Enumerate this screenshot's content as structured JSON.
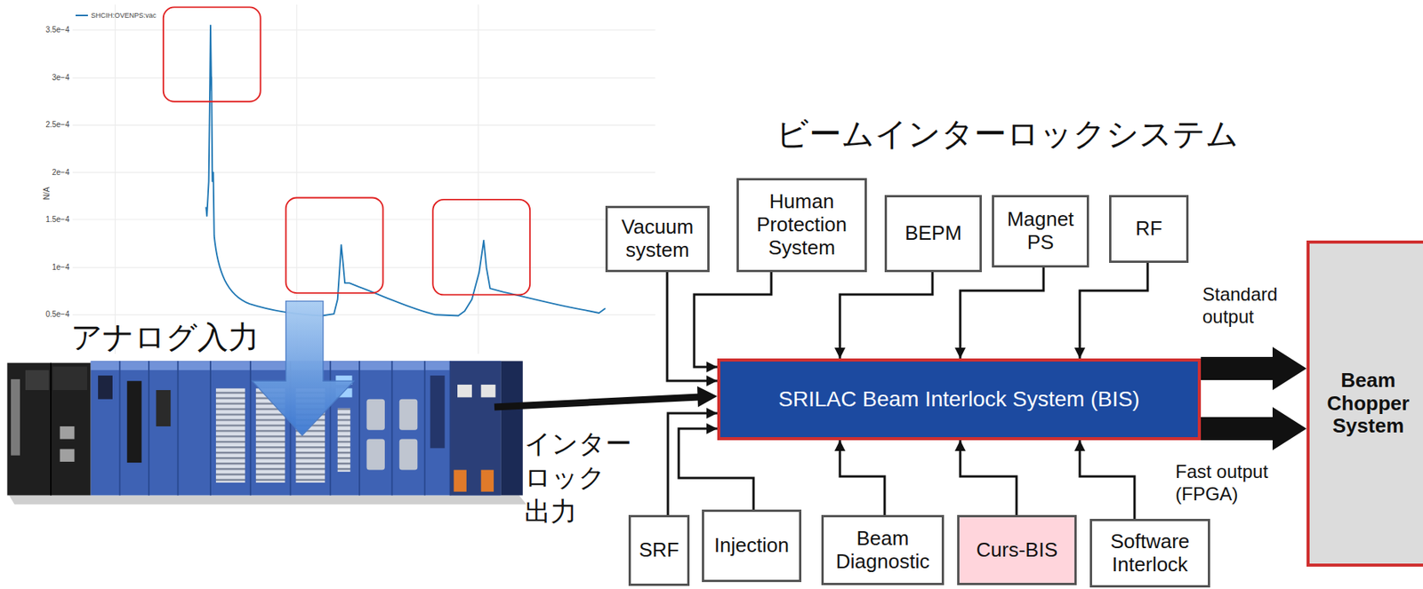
{
  "diagram": {
    "title": "ビームインターロックシステム",
    "nodes": [
      {
        "text": [
          "Vacuum system"
        ]
      },
      {
        "text": [
          "Human Protection System"
        ]
      },
      {
        "text": [
          "BEPM"
        ]
      },
      {
        "text": [
          "Magnet PS"
        ]
      },
      {
        "text": [
          "RF"
        ]
      },
      {
        "text": [
          "SRILAC Beam Interlock System (BIS)"
        ]
      },
      {
        "text": [
          "SRF"
        ]
      },
      {
        "text": [
          "Injection"
        ]
      },
      {
        "text": [
          "Beam Diagnostic"
        ]
      },
      {
        "text": [
          "Curs-BIS"
        ]
      },
      {
        "text": [
          "Software Interlock"
        ]
      },
      {
        "text": [
          "Beam Chopper System"
        ]
      }
    ],
    "edges": [
      {
        "from": 0,
        "to": 5,
        "arrow": "to"
      },
      {
        "from": 1,
        "to": 5,
        "arrow": "to"
      },
      {
        "from": 2,
        "to": 5,
        "arrow": "to"
      },
      {
        "from": 3,
        "to": 5,
        "arrow": "to"
      },
      {
        "from": 4,
        "to": 5,
        "arrow": "to"
      },
      {
        "from": 6,
        "to": 5,
        "arrow": "to"
      },
      {
        "from": 7,
        "to": 5,
        "arrow": "to"
      },
      {
        "from": 8,
        "to": 5,
        "arrow": "to"
      },
      {
        "from": 9,
        "to": 5,
        "arrow": "to"
      },
      {
        "from": 10,
        "to": 5,
        "arrow": "to"
      },
      {
        "from": 5,
        "to": 11,
        "label": "Standard output",
        "arrow": "to"
      },
      {
        "from": 5,
        "to": 11,
        "label": "Fast output (FPGA)",
        "arrow": "to"
      }
    ],
    "labels": [
      "3.5e−4",
      "3e−4",
      "2.5e−4",
      "2e−4",
      "1.5e−4",
      "1e−4",
      "0.5e−4",
      "N/A",
      "アナログ入力",
      "インター ロック 出力"
    ],
    "legend": [
      {
        "text": "SHCIH:OVENPS:vac"
      }
    ]
  }
}
